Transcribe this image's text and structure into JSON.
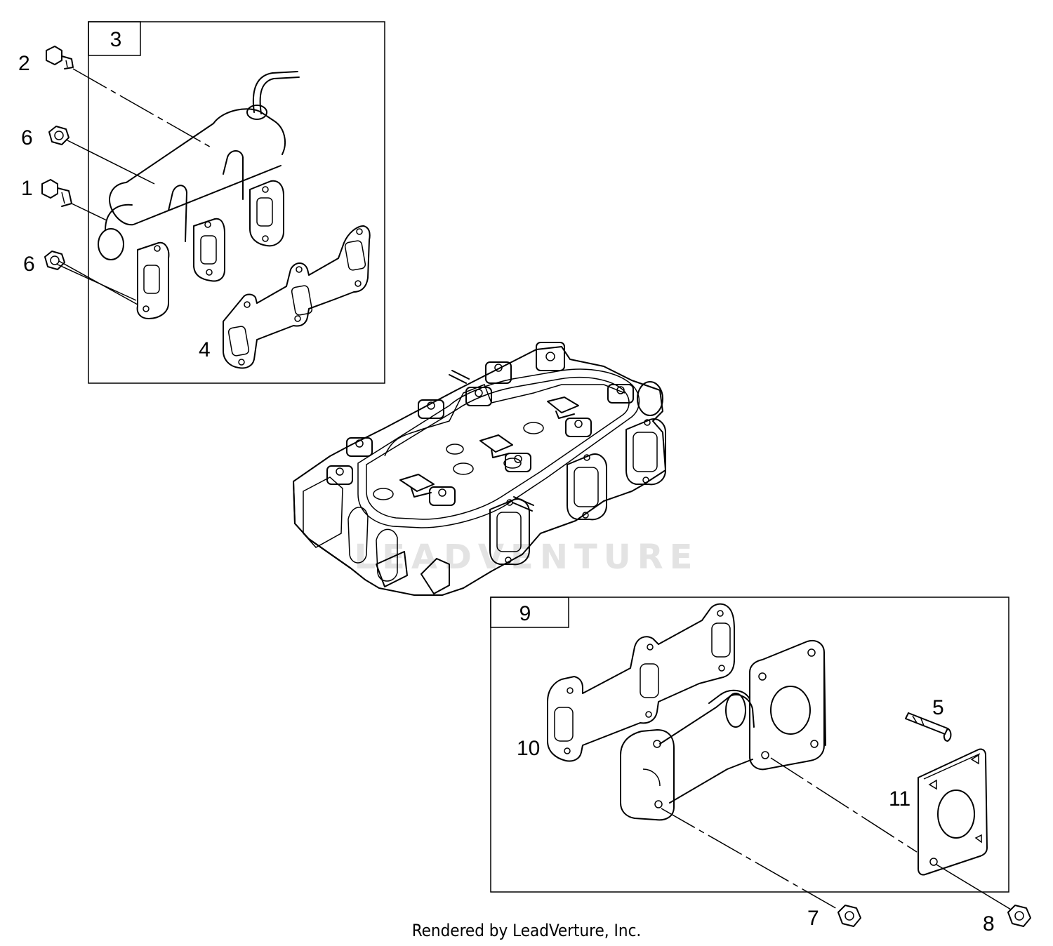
{
  "callouts": {
    "c1": "1",
    "c2": "2",
    "c3": "3",
    "c4": "4",
    "c5": "5",
    "c6a": "6",
    "c6b": "6",
    "c7": "7",
    "c8": "8",
    "c9": "9",
    "c10": "10",
    "c11": "11"
  },
  "watermark": "LEADVENTURE",
  "footer": "Rendered by LeadVerture, Inc."
}
